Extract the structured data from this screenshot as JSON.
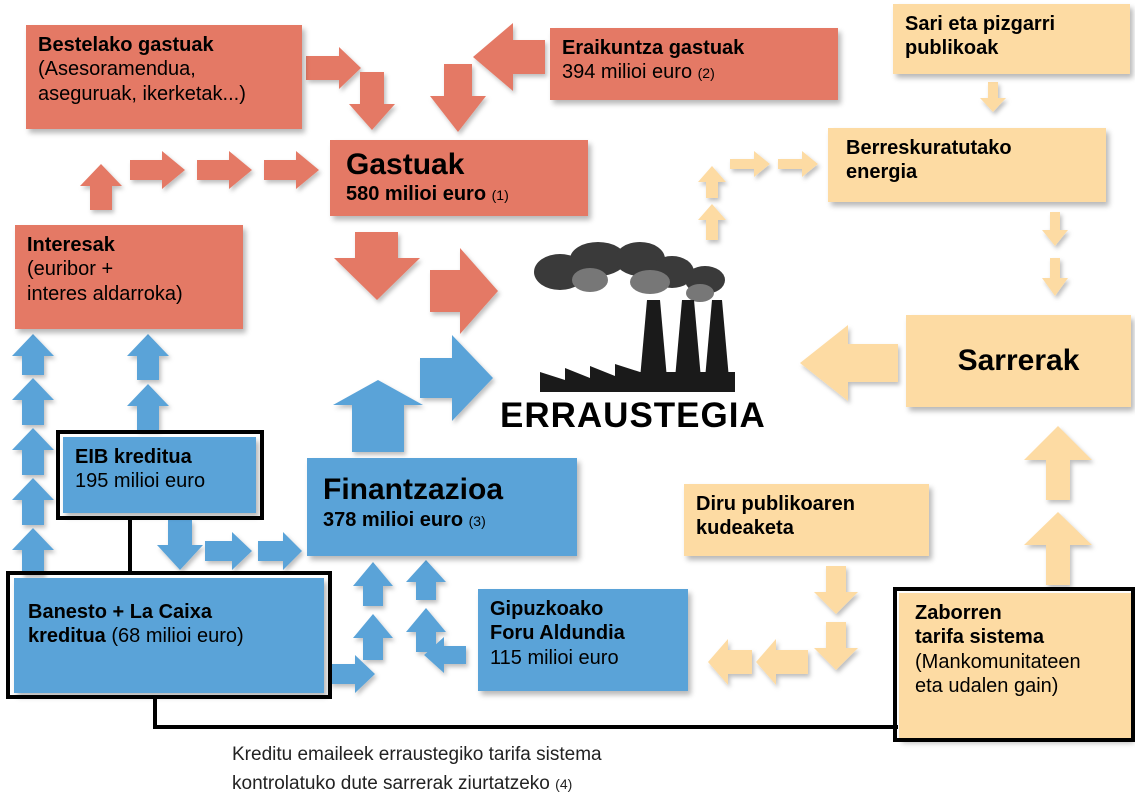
{
  "boxes": {
    "bestelako": {
      "title": "Bestelako gastuak",
      "line1": "(Asesoramendua,",
      "line2": "aseguruak, ikerketak...)"
    },
    "eraikuntza": {
      "title": "Eraikuntza gastuak",
      "value": "394 milioi euro",
      "note": "(2)"
    },
    "sari": {
      "line1": "Sari eta pizgarri",
      "line2": "publikoak"
    },
    "gastuak": {
      "title": "Gastuak",
      "value": "580 milioi euro",
      "note": "(1)"
    },
    "berreskuratutako": {
      "line1": "Berreskuratutako",
      "line2": "energia"
    },
    "interesak": {
      "title": "Interesak",
      "line1": "(euribor +",
      "line2": "interes aldarroka)"
    },
    "sarrerak": {
      "title": "Sarrerak"
    },
    "eib": {
      "title": "EIB kreditua",
      "value": "195 milioi euro"
    },
    "finantzazioa": {
      "title": "Finantzazioa",
      "value": "378 milioi euro",
      "note": "(3)"
    },
    "diru": {
      "line1": "Diru publikoaren",
      "line2": "kudeaketa"
    },
    "banesto": {
      "line1": "Banesto + La Caixa",
      "line2_bold": "kreditua",
      "line2_rest": "(68 milioi euro)"
    },
    "gipuzkoako": {
      "line1": "Gipuzkoako",
      "line2": "Foru Aldundia",
      "value": "115 milioi euro"
    },
    "zaborren": {
      "line1": "Zaborren",
      "line2": "tarifa sistema",
      "line3": "(Mankomunitateen",
      "line4": "eta udalen gain)"
    }
  },
  "plant": {
    "label": "ERRAUSTEGIA"
  },
  "caption": {
    "line1": "Kreditu emaileek erraustegiko tarifa sistema",
    "line2": "kontrolatuko dute sarrerak ziurtatzeko",
    "note": "(4)"
  },
  "colors": {
    "expense": "#e47965",
    "finance": "#5aa3d8",
    "income": "#fddba3",
    "border": "#000000"
  },
  "icons": [
    "factory-icon"
  ]
}
